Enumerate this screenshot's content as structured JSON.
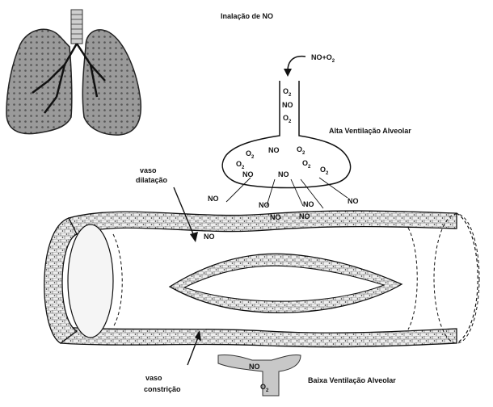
{
  "title": "Inalação de NO",
  "inhaled_mix": {
    "text": "NO+O",
    "sub": "2"
  },
  "labels": {
    "high_ventilation": "Alta Ventilação Alveolar",
    "low_ventilation": "Baixa Ventilação Alveolar",
    "vasodilation": [
      "vaso",
      "dilatação"
    ],
    "vasoconstriction": [
      "vaso",
      "constrição"
    ]
  },
  "molecule_text": {
    "no": "NO",
    "o2": "O",
    "o2_sub": "2"
  },
  "colors": {
    "ink": "#111111",
    "tissue_fill": "#e9e9e9",
    "alveolus_low_fill": "#c8c8c8"
  }
}
